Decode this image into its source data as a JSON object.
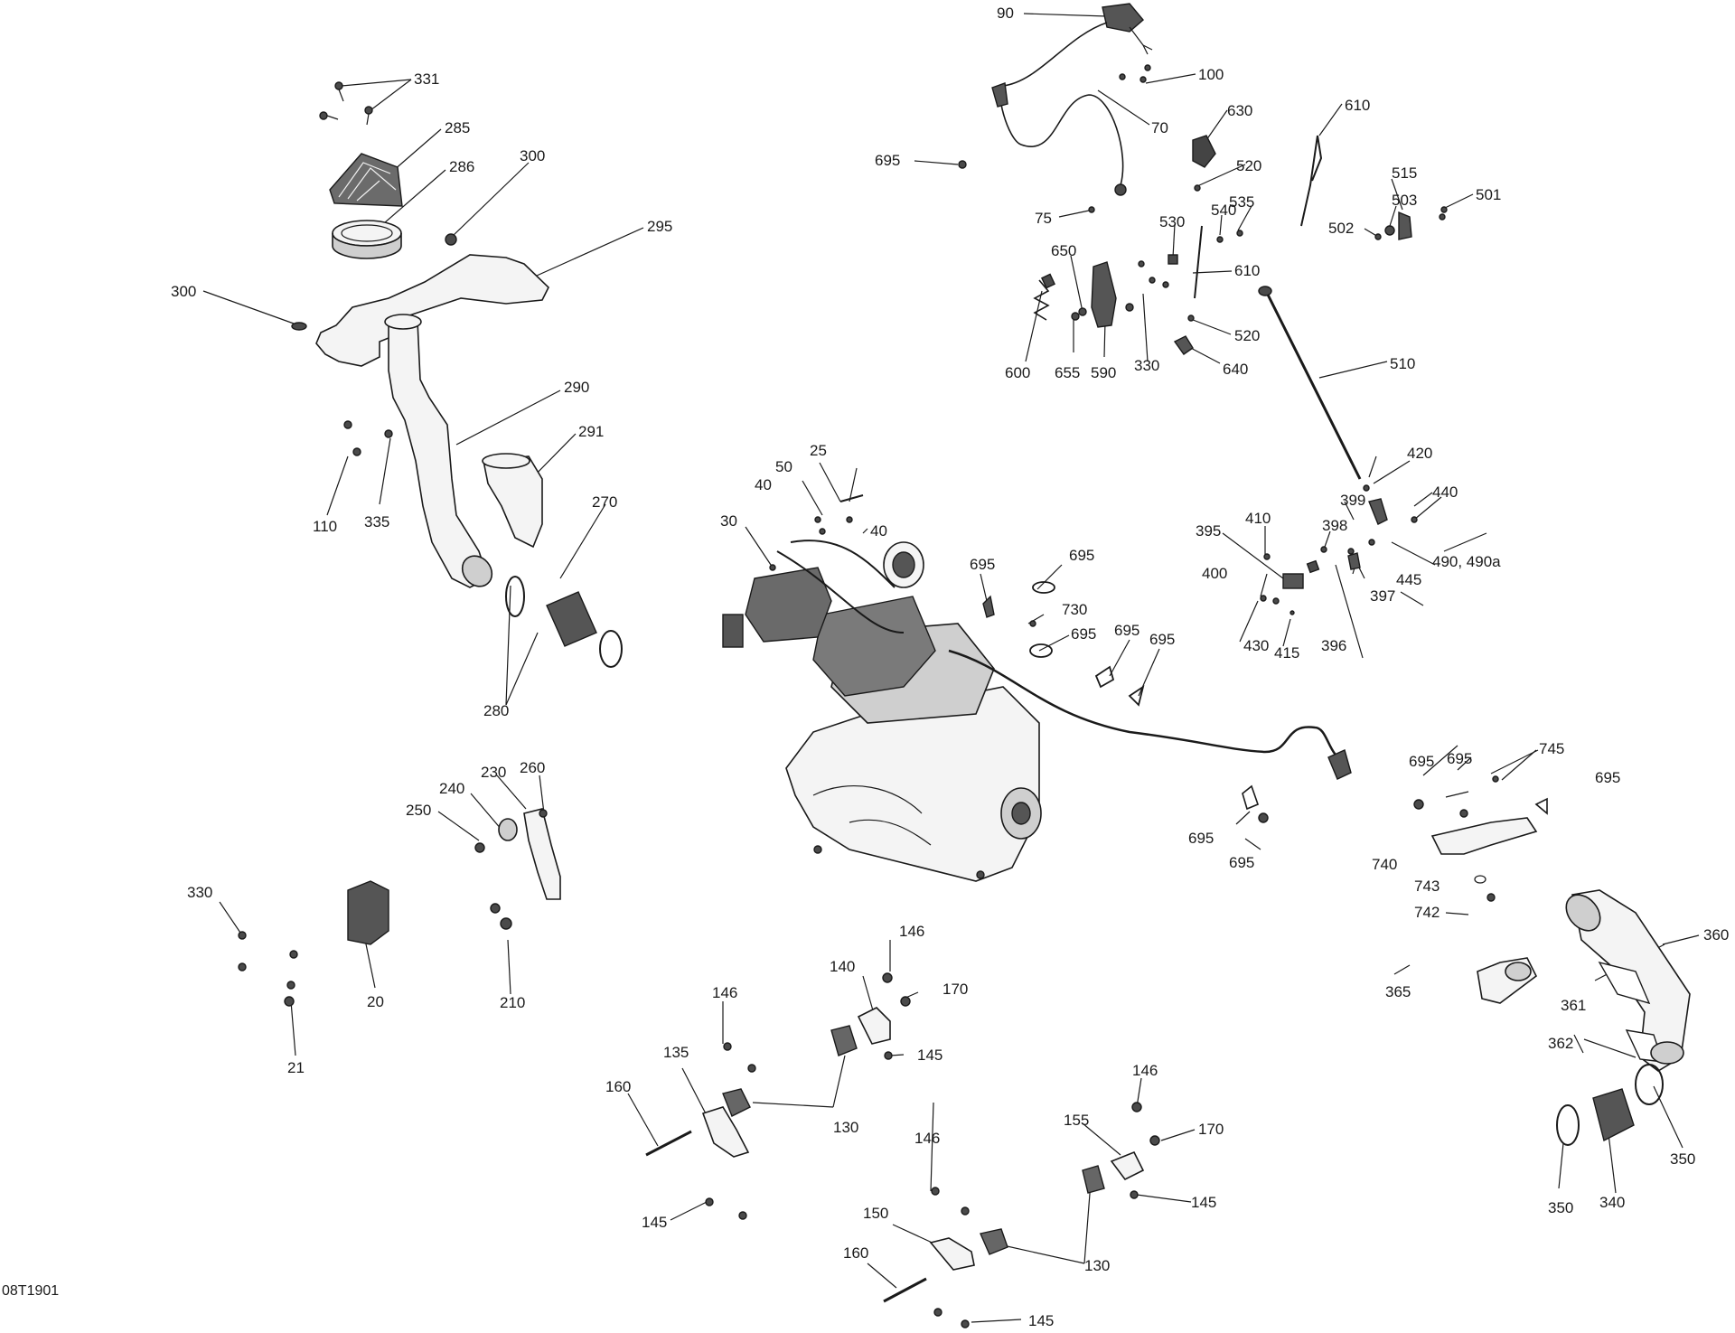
{
  "diagram": {
    "drawing_number": "08T1901",
    "callouts": [
      "331",
      "285",
      "286",
      "300",
      "295",
      "300",
      "290",
      "291",
      "110",
      "335",
      "270",
      "280",
      "230",
      "260",
      "240",
      "250",
      "330",
      "20",
      "210",
      "21",
      "90",
      "100",
      "70",
      "630",
      "520",
      "75",
      "695",
      "610",
      "515",
      "501",
      "503",
      "502",
      "535",
      "540",
      "530",
      "650",
      "610",
      "520",
      "600",
      "655",
      "590",
      "330",
      "640",
      "510",
      "25",
      "50",
      "40",
      "40",
      "30",
      "695",
      "695",
      "730",
      "695",
      "695",
      "695",
      "420",
      "440",
      "399",
      "410",
      "395",
      "398",
      "400",
      "445",
      "397",
      "490, 490a",
      "430",
      "415",
      "396",
      "695",
      "695",
      "745",
      "695",
      "740",
      "743",
      "742",
      "695",
      "695",
      "360",
      "365",
      "361",
      "362",
      "350",
      "340",
      "350",
      "146",
      "140",
      "170",
      "145",
      "146",
      "135",
      "130",
      "160",
      "146",
      "170",
      "155",
      "145",
      "146",
      "150",
      "130",
      "160",
      "145",
      "145"
    ]
  }
}
